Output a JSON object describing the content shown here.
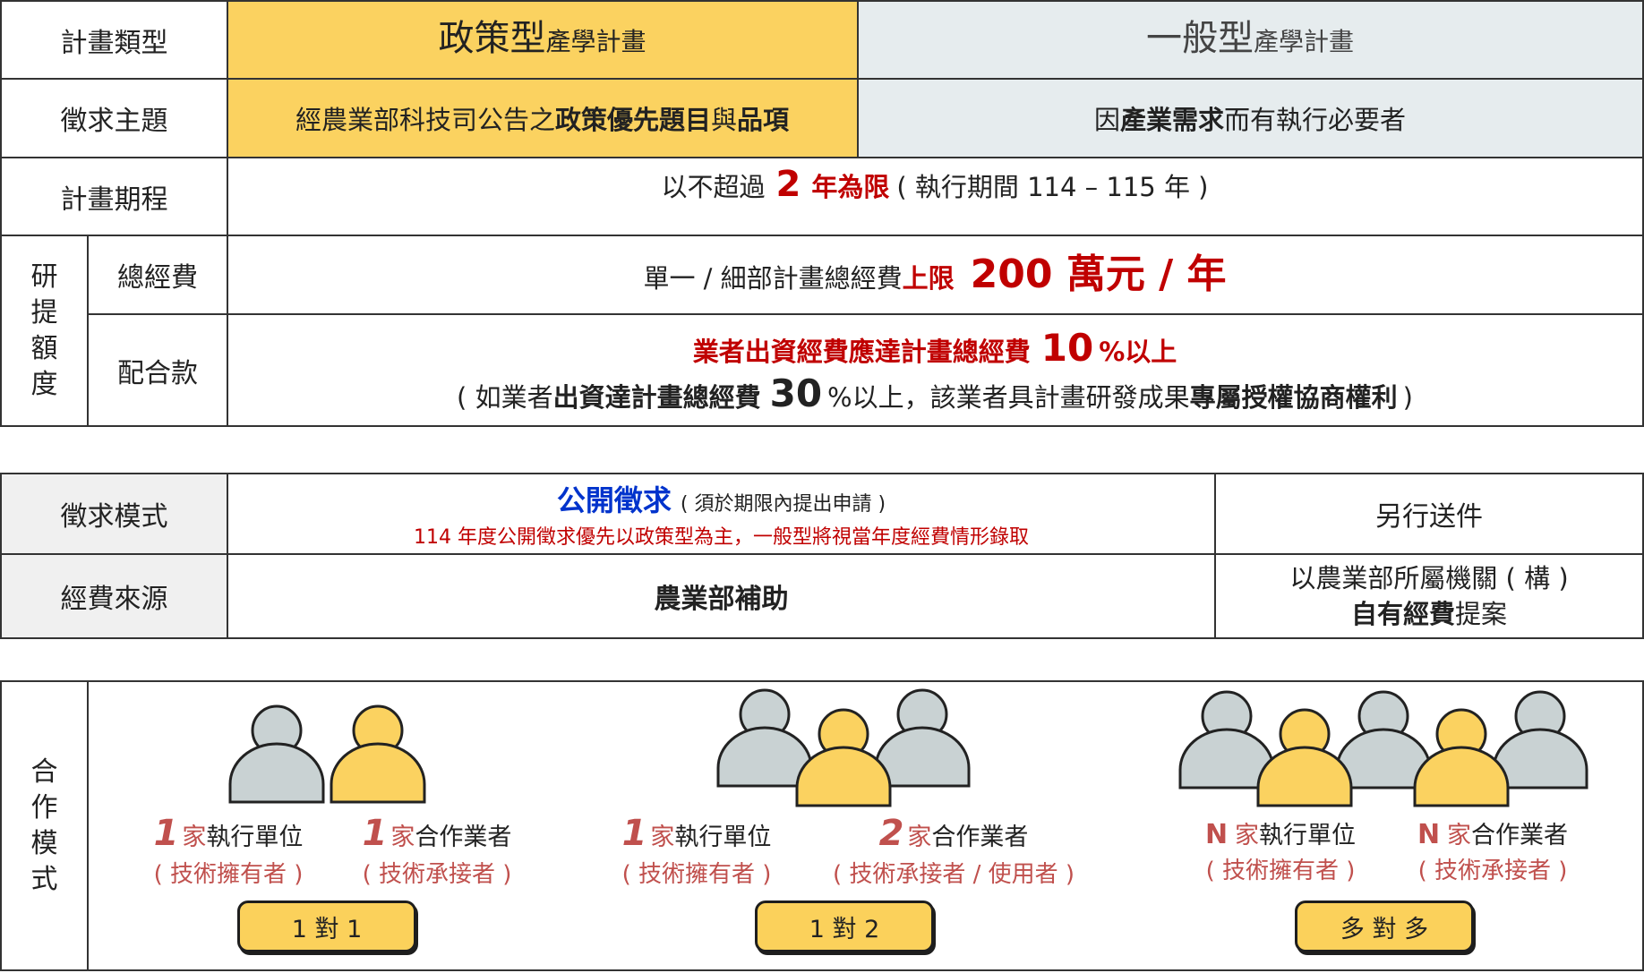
{
  "table1": {
    "row_type": {
      "label": "計畫類型",
      "policy_big": "政策型",
      "policy_small": "產學計畫",
      "general_big": "一般型",
      "general_small": "產學計畫"
    },
    "row_topic": {
      "label": "徵求主題",
      "policy_pre": "經農業部科技司公告之",
      "policy_b1": "政策優先題目",
      "policy_mid": "與",
      "policy_b2": "品項",
      "general_pre": "因",
      "general_b": "產業需求",
      "general_post": "而有執行必要者"
    },
    "row_period": {
      "label": "計畫期程",
      "pre": "以不超過",
      "num": "2",
      "red": "年為限",
      "post": "( 執行期間 114 – 115 年 )"
    },
    "quota_label": [
      "研",
      "提",
      "額",
      "度"
    ],
    "row_budget": {
      "label": "總經費",
      "pre": "單一 / 細部計畫總經費",
      "red1": "上限",
      "red2": "200 萬元 / 年"
    },
    "row_match": {
      "label": "配合款",
      "l1_red": "業者出資經費應達計畫總經費",
      "l1_num": "10",
      "l1_post": "%以上",
      "l2_pre": "( 如業者",
      "l2_b1": "出資達計畫總經費",
      "l2_num": "30",
      "l2_mid": "%以上，該業者具計畫研發成果",
      "l2_b2": "專屬授權協商權利",
      "l2_post": ")"
    }
  },
  "table2": {
    "row_mode": {
      "label": "徵求模式",
      "open_title": "公開徵求",
      "open_note": "( 須於期限內提出申請 )",
      "open_sub": "114 年度公開徵求優先以政策型為主，一般型將視當年度經費情形錄取",
      "other": "另行送件"
    },
    "row_source": {
      "label": "經費來源",
      "main": "農業部補助",
      "alt_l1": "以農業部所屬機關 ( 構 )",
      "alt_b": "自有經費",
      "alt_post": "提案"
    }
  },
  "table3": {
    "label": [
      "合",
      "作",
      "模",
      "式"
    ],
    "groups": [
      {
        "left_num": "1",
        "left_unit": "家",
        "left_role": "執行單位",
        "left_sub": "( 技術擁有者 )",
        "right_num": "1",
        "right_unit": "家",
        "right_role": "合作業者",
        "right_sub": "( 技術承接者 )",
        "pill": "1 對 1"
      },
      {
        "left_num": "1",
        "left_unit": "家",
        "left_role": "執行單位",
        "left_sub": "( 技術擁有者 )",
        "right_num": "2",
        "right_unit": "家",
        "right_role": "合作業者",
        "right_sub": "( 技術承接者 / 使用者 )",
        "pill": "1 對 2"
      },
      {
        "left_num": "N",
        "left_unit": "家",
        "left_role": "執行單位",
        "left_sub": "( 技術擁有者 )",
        "right_num": "N",
        "right_unit": "家",
        "right_role": "合作業者",
        "right_sub": "( 技術承接者 )",
        "pill": "多 對 多"
      }
    ]
  },
  "colors": {
    "yellow": "#fbd260",
    "grey_person": "#c9d2d3",
    "red": "#c00000",
    "blue": "#0033cc"
  }
}
